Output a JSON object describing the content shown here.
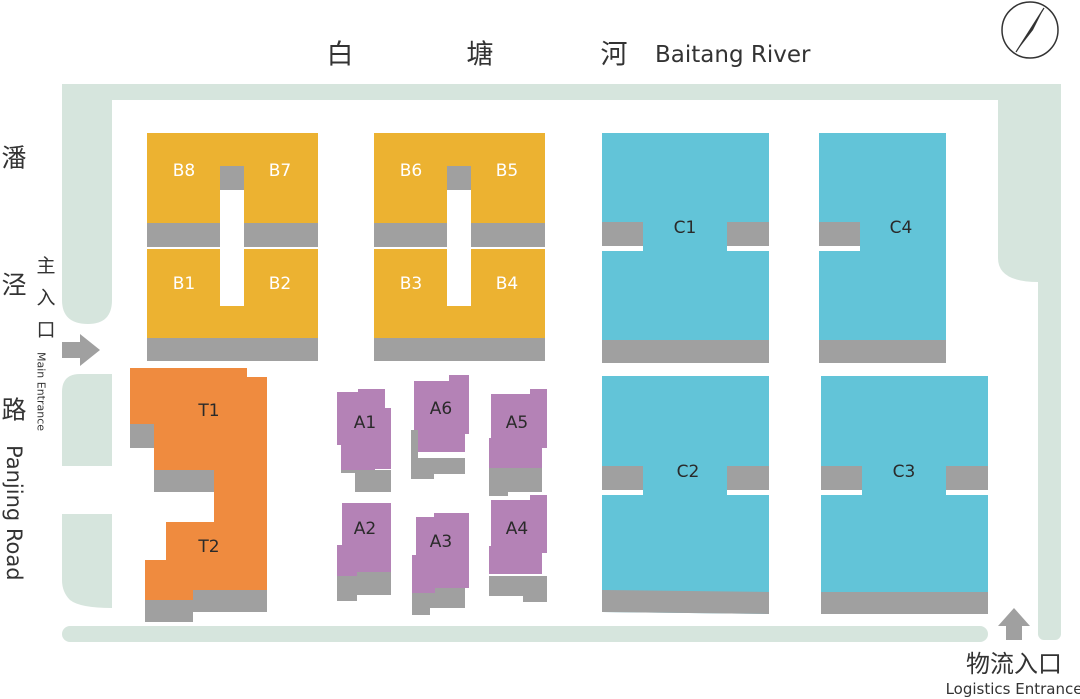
{
  "map": {
    "river": {
      "chars": [
        "白",
        "塘",
        "河"
      ],
      "en": "Baitang River"
    },
    "road": {
      "chars": [
        "潘",
        "泾",
        "路"
      ],
      "en": "Panjing Road"
    },
    "main_entrance": {
      "chars": [
        "主",
        "入",
        "口"
      ],
      "en": "Main Entrance"
    },
    "logistics_entrance": {
      "cn": "物流入口",
      "en": "Logistics Entrance"
    },
    "compass_icon": "compass-icon",
    "colors": {
      "b_block": "#ecb231",
      "c_block": "#62c4d8",
      "t_block": "#ef8b3f",
      "a_block": "#b482b6",
      "shadow": "#a0a0a0",
      "road_path": "#d6e5dd"
    },
    "buildings": {
      "B8": "B8",
      "B7": "B7",
      "B6": "B6",
      "B5": "B5",
      "B1": "B1",
      "B2": "B2",
      "B3": "B3",
      "B4": "B4",
      "C1": "C1",
      "C2": "C2",
      "C3": "C3",
      "C4": "C4",
      "T1": "T1",
      "T2": "T2",
      "A1": "A1",
      "A2": "A2",
      "A3": "A3",
      "A4": "A4",
      "A5": "A5",
      "A6": "A6"
    }
  }
}
